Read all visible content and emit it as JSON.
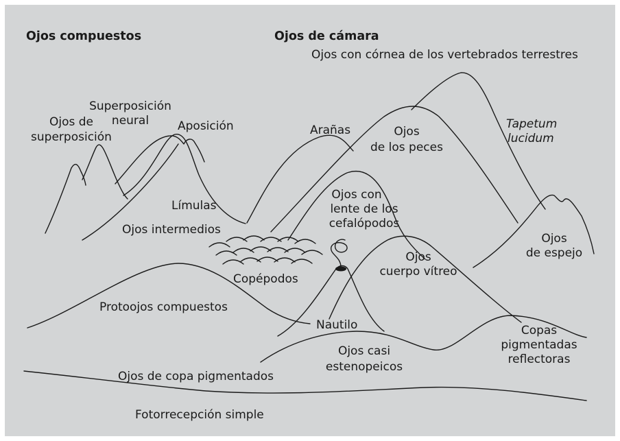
{
  "colors": {
    "background": "#d3d5d6",
    "ink": "#1a1a1a"
  },
  "headings": {
    "compound": "Ojos compuestos",
    "camera": "Ojos de cámara"
  },
  "labels": {
    "terrestrial_cornea": "Ojos con córnea de los vertebrados terrestres",
    "superposition_1": "Ojos de",
    "superposition_2": "superposición",
    "neural_1": "Superposición",
    "neural_2": "neural",
    "apposition": "Aposición",
    "spiders": "Arañas",
    "fish_1": "Ojos",
    "fish_2": "de los peces",
    "tapetum_1": "Tapetum",
    "tapetum_2": "lucidum",
    "limulus": "Límulas",
    "cephalopod_1": "Ojos con",
    "cephalopod_2": "lente de los",
    "cephalopod_3": "cefalópodos",
    "intermediate": "Ojos intermedios",
    "mirror_1": "Ojos",
    "mirror_2": "de espejo",
    "copepods": "Copépodos",
    "vitreous_1": "Ojos",
    "vitreous_2": "cuerpo vítreo",
    "protocompound": "Protoojos compuestos",
    "nautilus": "Nautilo",
    "reflector_1": "Copas",
    "reflector_2": "pigmentadas",
    "reflector_3": "reflectoras",
    "pinhole_1": "Ojos casi",
    "pinhole_2": "estenopeicos",
    "pigment_cup": "Ojos de copa pigmentados",
    "simple": "Fotorrecepción simple"
  }
}
